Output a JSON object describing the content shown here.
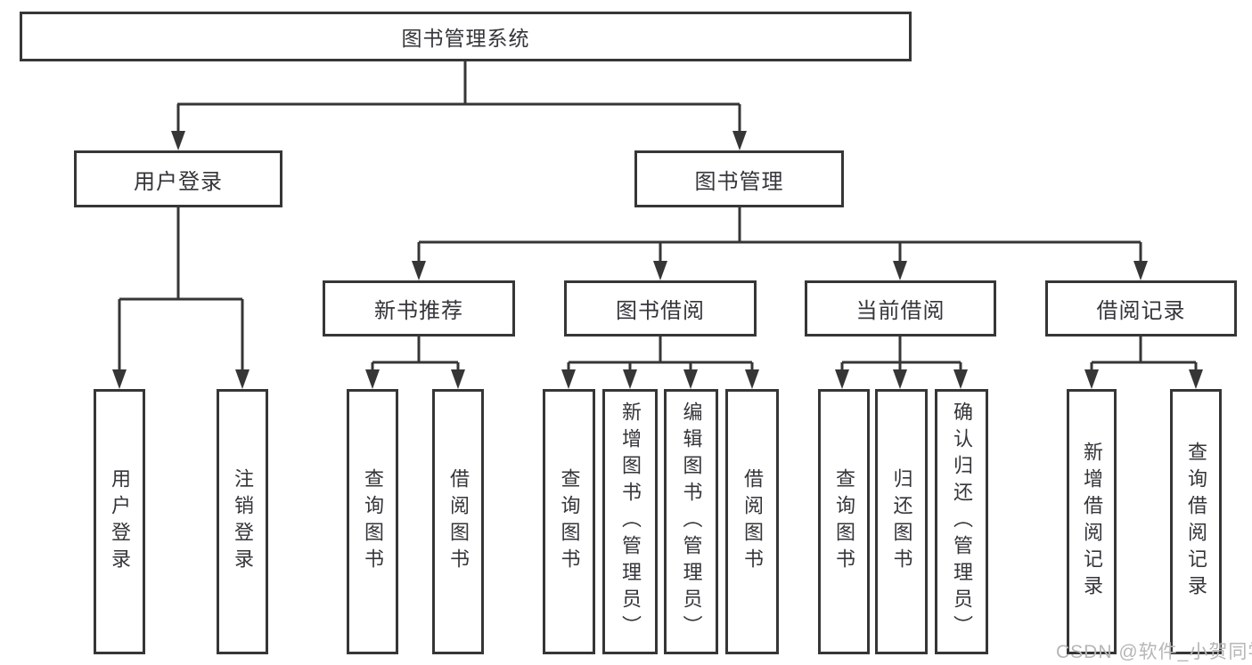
{
  "nodes": {
    "root": "图书管理系统",
    "user_login": "用户登录",
    "book_mgmt": "图书管理",
    "new_book_rec": "新书推荐",
    "book_borrowing": "图书借阅",
    "current_borrowing": "当前借阅",
    "borrowing_records": "借阅记录",
    "leaf_user_login": "用户登录",
    "leaf_logout": "注销登录",
    "leaf_rec_query_books": "查询图书",
    "leaf_rec_borrow_books": "借阅图书",
    "leaf_bb_query_books": "查询图书",
    "leaf_bb_add_books": "新增图书（管理员）",
    "leaf_bb_edit_books": "编辑图书（管理员）",
    "leaf_bb_borrow_books": "借阅图书",
    "leaf_cb_query_books": "查询图书",
    "leaf_cb_return_books": "归还图书",
    "leaf_cb_confirm_return": "确认归还（管理员）",
    "leaf_br_add_record": "新增借阅记录",
    "leaf_br_query_record": "查询借阅记录"
  },
  "watermark": "CSDN @软件_小贺同学",
  "colors": {
    "line": "#363636",
    "text": "#35353a",
    "watermark": "#b6b6b6",
    "background": "#ffffff"
  }
}
